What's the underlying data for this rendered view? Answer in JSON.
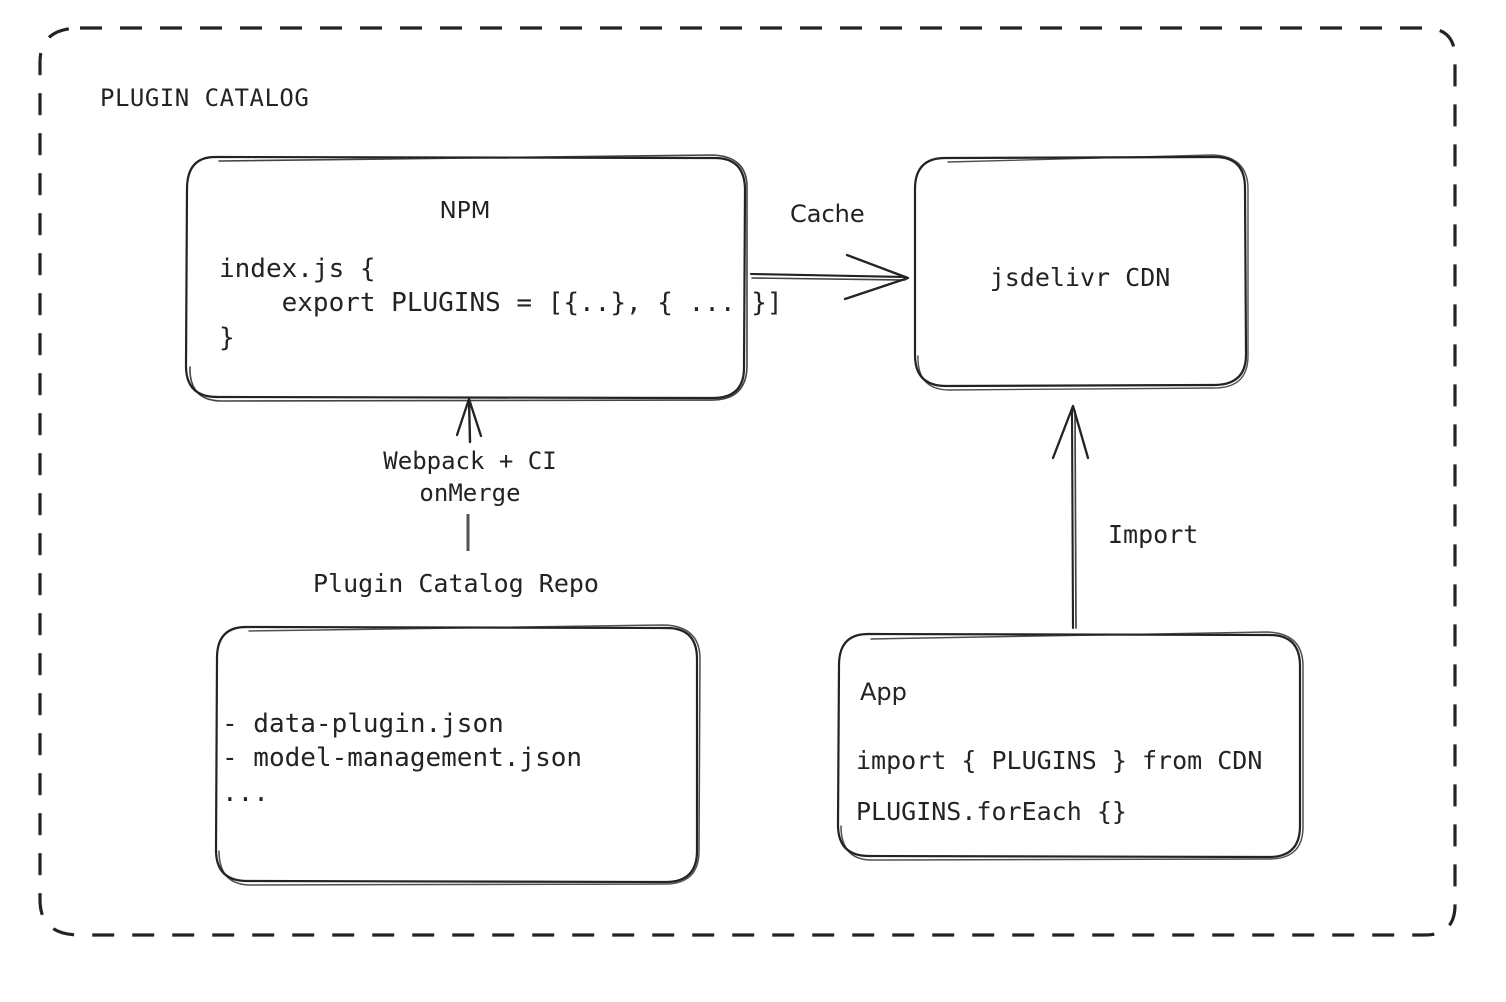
{
  "container": {
    "title": "PLUGIN CATALOG",
    "border_style": "dashed",
    "stroke_color": "#232323"
  },
  "nodes": {
    "npm": {
      "title": "NPM",
      "code_lines": [
        "index.js {",
        "    export PLUGINS = [{..}, { ... }]",
        "}"
      ]
    },
    "cdn": {
      "title": "jsdelivr CDN"
    },
    "repo": {
      "heading": "Plugin Catalog Repo",
      "file_lines": [
        "- data-plugin.json",
        "- model-management.json",
        "..."
      ]
    },
    "app": {
      "title": "App",
      "code_lines": [
        "import { PLUGINS } from CDN",
        "PLUGINS.forEach {}"
      ]
    }
  },
  "edges": {
    "cache": {
      "label": "Cache",
      "from": "npm",
      "to": "cdn",
      "direction": "right"
    },
    "build": {
      "label": "Webpack + CI\nonMerge",
      "from": "repo",
      "to": "npm",
      "direction": "up"
    },
    "import": {
      "label": "Import",
      "from": "app",
      "to": "cdn",
      "direction": "up"
    }
  }
}
